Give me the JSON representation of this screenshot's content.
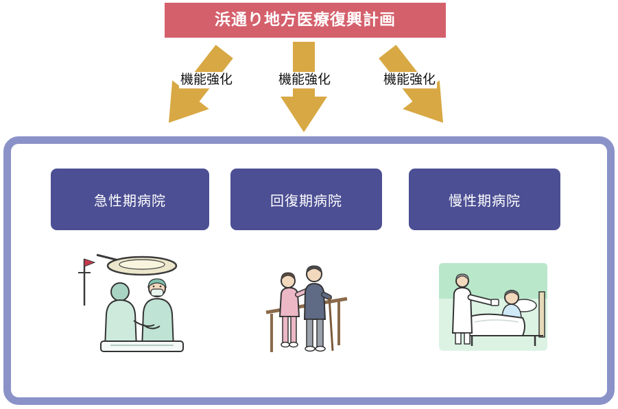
{
  "title": "浜通り地方医療復興計画",
  "arrows": [
    {
      "label": "機能強化",
      "direction": "down-left"
    },
    {
      "label": "機能強化",
      "direction": "down"
    },
    {
      "label": "機能強化",
      "direction": "down-right"
    }
  ],
  "hospitals": [
    {
      "label": "急性期病院",
      "illustration": "operating-room-scene"
    },
    {
      "label": "回復期病院",
      "illustration": "walking-rehabilitation-scene"
    },
    {
      "label": "慢性期病院",
      "illustration": "bedside-care-scene"
    }
  ],
  "colors": {
    "banner_background": "#d4606c",
    "banner_text": "#ffffff",
    "arrow": "#d8a844",
    "frame_border": "#8a92c8",
    "hospital_box_background": "#4c4f93",
    "hospital_box_text": "#ffffff",
    "label_text": "#111111"
  }
}
